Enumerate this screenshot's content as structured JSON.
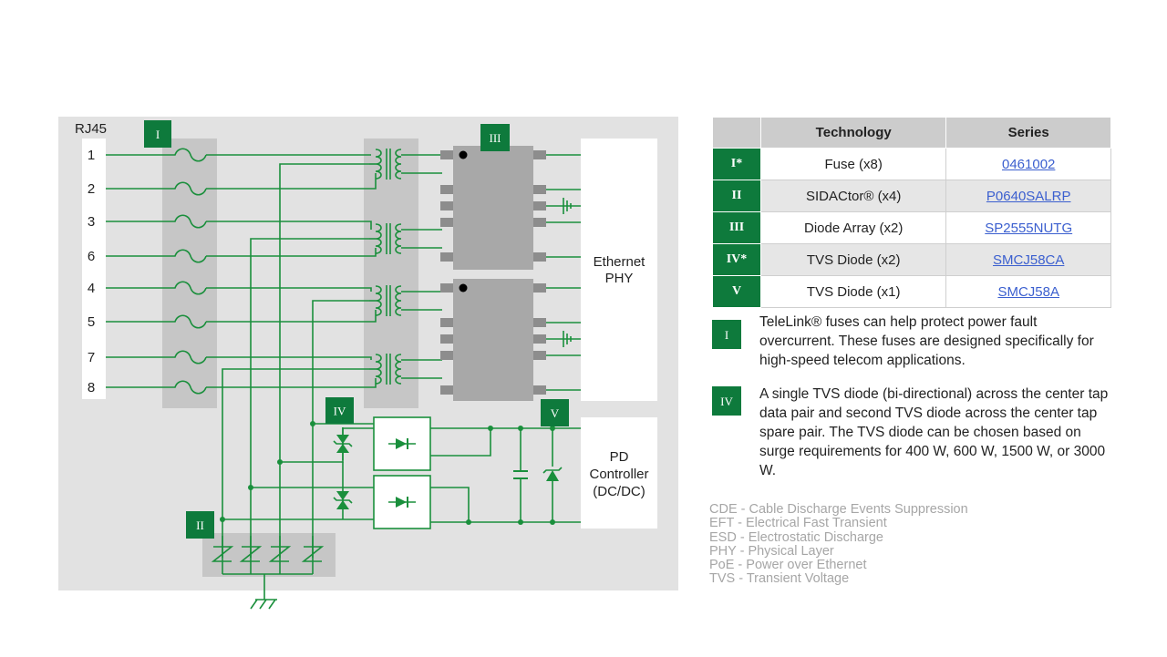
{
  "diagram": {
    "rj45_label": "RJ45",
    "pins": [
      "1",
      "2",
      "3",
      "6",
      "4",
      "5",
      "7",
      "8"
    ],
    "ethernet_phy_line1": "Ethernet",
    "ethernet_phy_line2": "PHY",
    "pd_controller_line1": "PD",
    "pd_controller_line2": "Controller",
    "pd_controller_line3": "(DC/DC)",
    "badge_I": "I",
    "badge_II": "II",
    "badge_III": "III",
    "badge_IV": "IV",
    "badge_V": "V"
  },
  "table": {
    "headers": {
      "technology": "Technology",
      "series": "Series"
    },
    "rows": [
      {
        "num": "I*",
        "technology": "Fuse (x8)",
        "series": "0461002"
      },
      {
        "num": "II",
        "technology": "SIDACtor® (x4)",
        "series": "P0640SALRP"
      },
      {
        "num": "III",
        "technology": "Diode Array (x2)",
        "series": "SP2555NUTG"
      },
      {
        "num": "IV*",
        "technology": "TVS Diode (x2)",
        "series": "SMCJ58CA"
      },
      {
        "num": "V",
        "technology": "TVS Diode (x1)",
        "series": "SMCJ58A"
      }
    ]
  },
  "notes": [
    {
      "badge": "I",
      "text": "TeleLink® fuses can help protect power fault overcurrent. These fuses are designed specifically for high-speed telecom applications."
    },
    {
      "badge": "IV",
      "text": "A single TVS diode (bi-directional) across the center tap data pair and second TVS diode across the center tap spare pair. The TVS diode can be chosen based on surge requirements for 400 W, 600 W, 1500 W, or 3000 W."
    }
  ],
  "glossary": [
    "CDE - Cable Discharge Events Suppression",
    "EFT - Electrical Fast Transient",
    "ESD - Electrostatic Discharge",
    "PHY - Physical Layer",
    "PoE - Power over Ethernet",
    "TVS - Transient Voltage"
  ],
  "colors": {
    "wire": "#1a8f3c",
    "badge": "#0e7a3c",
    "panel": "#e2e2e2",
    "shade": "#c6c6c6"
  }
}
